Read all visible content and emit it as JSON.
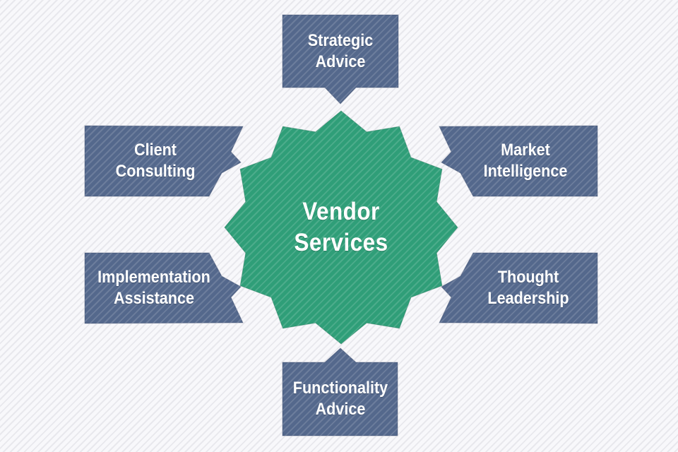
{
  "diagram": {
    "title": "Vendor Services",
    "center": {
      "id": "vendor-services",
      "label": "Vendor Services",
      "shape": "12-point-star",
      "color": "#2f9e78"
    },
    "nodes": [
      {
        "id": "strategic-advice",
        "label": "Strategic Advice",
        "position": "top"
      },
      {
        "id": "client-consulting",
        "label": "Client Consulting",
        "position": "upper-left"
      },
      {
        "id": "market-intelligence",
        "label": "Market Intelligence",
        "position": "upper-right"
      },
      {
        "id": "implementation-assistance",
        "label": "Implementation Assistance",
        "position": "lower-left"
      },
      {
        "id": "thought-leadership",
        "label": "Thought Leadership",
        "position": "lower-right"
      },
      {
        "id": "functionality-advice",
        "label": "Functionality Advice",
        "position": "bottom"
      }
    ],
    "colors": {
      "node": "#54688c",
      "center": "#2f9e78",
      "label_text": "#ffffff",
      "background": "#f8f8fb",
      "background_stripe": "#e4e4ea"
    }
  }
}
